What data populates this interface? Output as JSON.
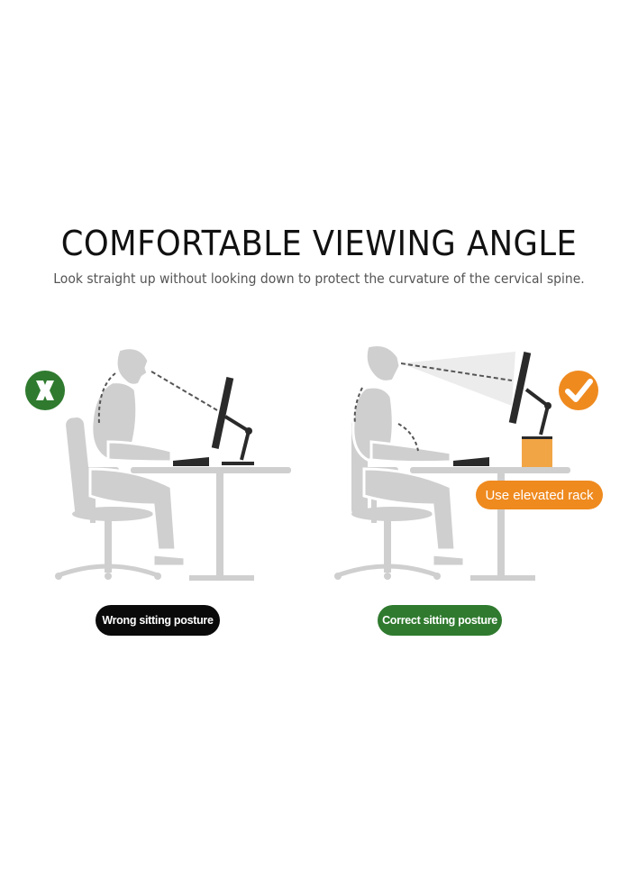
{
  "header": {
    "title": "COMFORTABLE VIEWING ANGLE",
    "subtitle": "Look straight up without looking down to protect the curvature of the cervical spine."
  },
  "panels": [
    {
      "id": "wrong",
      "status_icon": "x-mark-icon",
      "status_color": "#2f7a2f",
      "label": "Wrong sitting posture",
      "label_bg": "#0a0a0a"
    },
    {
      "id": "correct",
      "status_icon": "check-mark-icon",
      "status_color": "#ef8a1f",
      "label": "Correct sitting posture",
      "label_bg": "#2f7a2f",
      "callout": "Use elevated rack",
      "callout_bg": "#ef8a1f"
    }
  ],
  "colors": {
    "figure_gray": "#cfcfcf",
    "outline_white": "#ffffff",
    "monitor_dark": "#2a2a2a",
    "rack_orange": "#f2a545"
  }
}
